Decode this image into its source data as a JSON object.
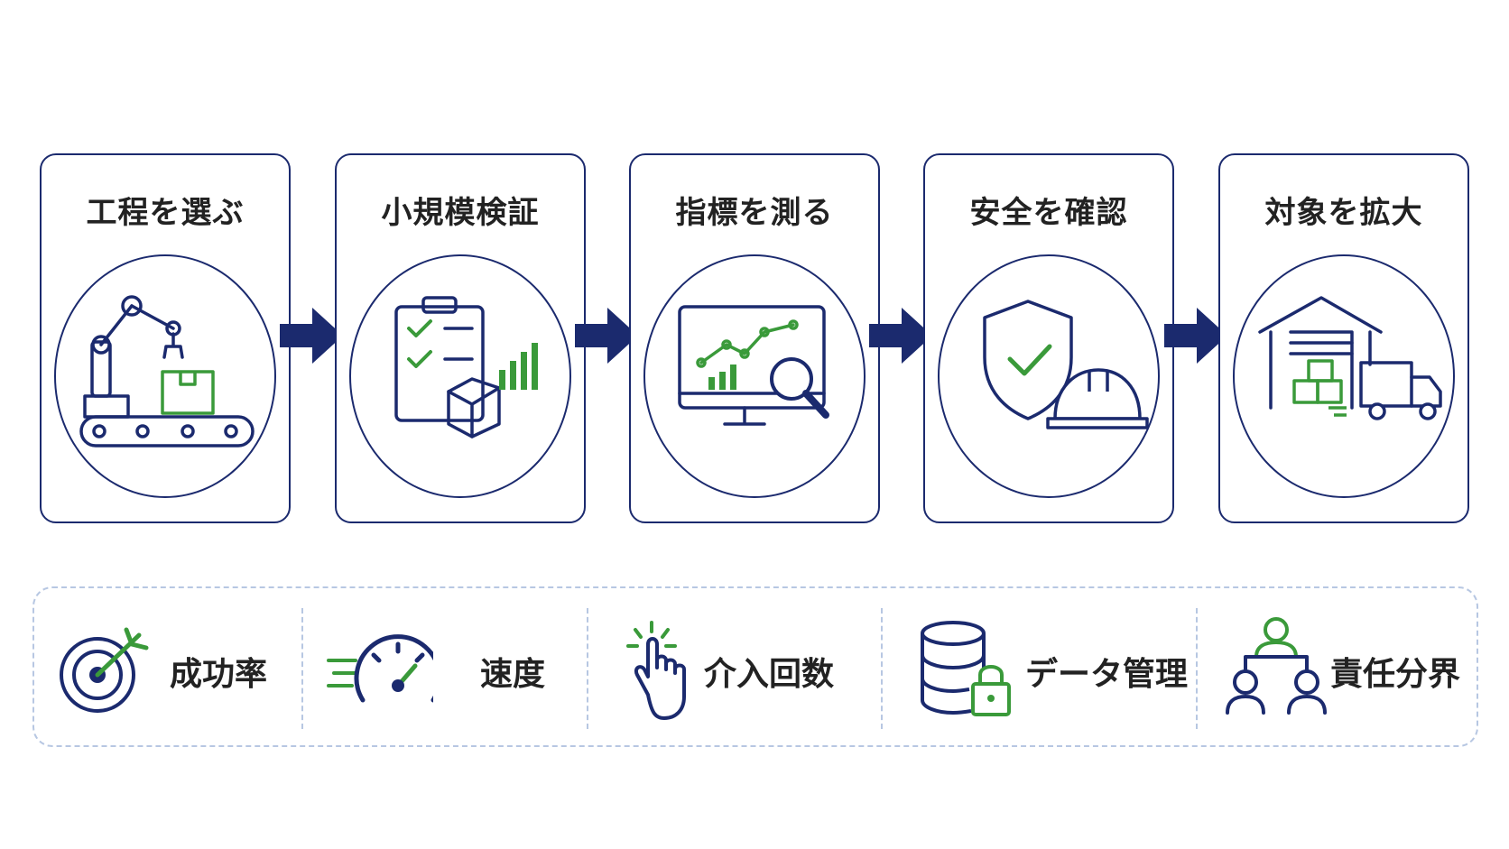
{
  "steps": [
    {
      "label": "工程を選ぶ",
      "icon": "robot-arm-conveyor-icon"
    },
    {
      "label": "小規模検証",
      "icon": "clipboard-checklist-icon"
    },
    {
      "label": "指標を測る",
      "icon": "monitor-analytics-icon"
    },
    {
      "label": "安全を確認",
      "icon": "shield-helmet-icon"
    },
    {
      "label": "対象を拡大",
      "icon": "warehouse-truck-icon"
    }
  ],
  "metrics": [
    {
      "label": "成功率",
      "icon": "target-icon"
    },
    {
      "label": "速度",
      "icon": "speedometer-icon"
    },
    {
      "label": "介入回数",
      "icon": "tap-hand-icon"
    },
    {
      "label": "データ管理",
      "icon": "database-lock-icon"
    },
    {
      "label": "責任分界",
      "icon": "org-people-icon"
    }
  ],
  "colors": {
    "navy": "#1b2a6e",
    "green": "#3a9a3a",
    "dashed": "#b7c7e2"
  }
}
